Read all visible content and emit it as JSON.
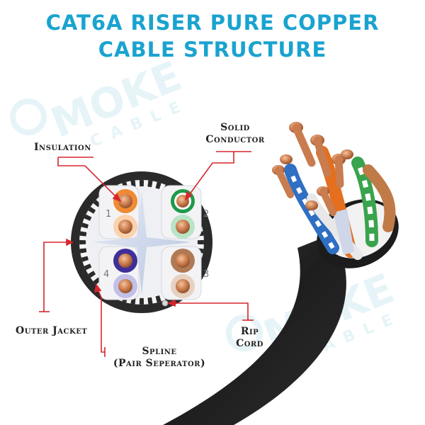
{
  "title": {
    "line1": "CAT6A RISER PURE COPPER",
    "line2": "CABLE STRUCTURE"
  },
  "watermark": {
    "brand": "MOKE",
    "sub": "CABLE"
  },
  "callouts": {
    "insulation": "Insulation",
    "solid_conductor_1": "Solid",
    "solid_conductor_2": "Conductor",
    "outer_jacket": "Outer Jacket",
    "spline_1": "Spline",
    "spline_2": "(Pair Seperator)",
    "rip_cord_1": "Rip",
    "rip_cord_2": "Cord"
  },
  "pairs": [
    {
      "number": "1",
      "color": "orange"
    },
    {
      "number": "2",
      "color": "green"
    },
    {
      "number": "3",
      "color": "brown"
    },
    {
      "number": "4",
      "color": "blue"
    }
  ],
  "colors": {
    "title": "#1aa3cf",
    "leader_line": "#d7262d",
    "jacket": "#262626",
    "copper": "#c97c4e",
    "orange": "#f08a33",
    "green": "#1e9a4a",
    "brown": "#b07a55",
    "blue": "#3f2f9a"
  }
}
